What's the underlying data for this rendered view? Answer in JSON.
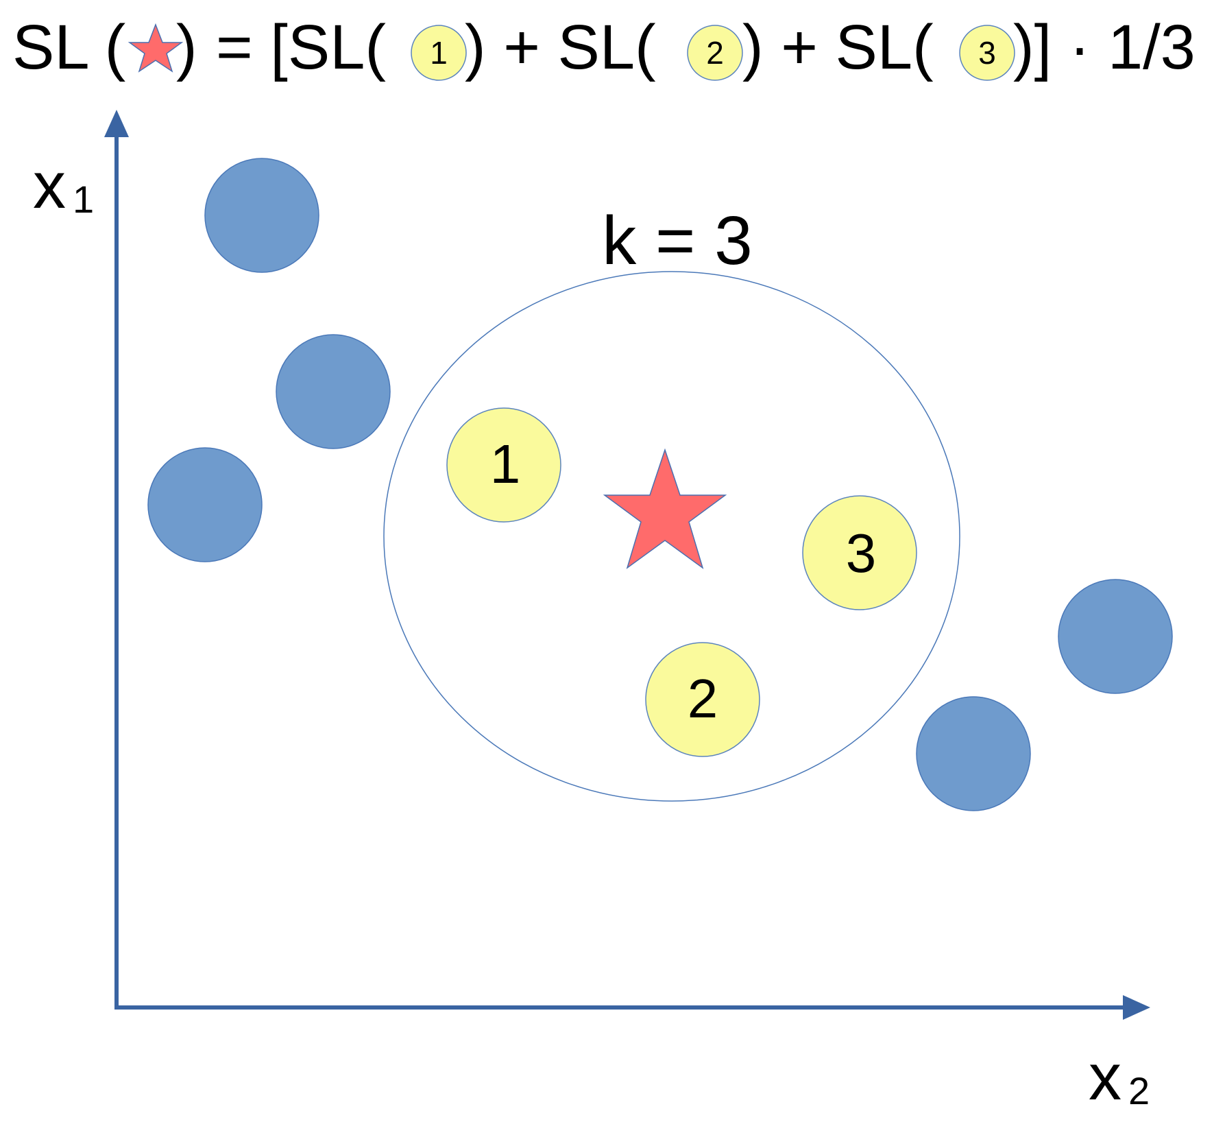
{
  "formula": {
    "lhs_label": "SL (",
    "lhs_close": ")",
    "equals": "= [SL(",
    "term1_label": "1",
    "plus1": ") + SL(",
    "term2_label": "2",
    "plus2": ") + SL(",
    "term3_label": "3",
    "tail": ")] · 1/3"
  },
  "axes": {
    "y_label_main": "x",
    "y_label_sub": "1",
    "x_label_main": "x",
    "x_label_sub": "2"
  },
  "neighborhood": {
    "label": "k = 3"
  },
  "neighbors": [
    {
      "label": "1"
    },
    {
      "label": "2"
    },
    {
      "label": "3"
    }
  ],
  "colors": {
    "axis": "#3a64a2",
    "blue_point_fill": "#6f9bcd",
    "blue_point_stroke": "#4a78b8",
    "neighbor_fill": "#fafa9c",
    "neighbor_stroke": "#5b84bd",
    "star_fill": "#ff6b6b",
    "star_stroke": "#4a6fb0",
    "ellipse_stroke": "#4a78b8",
    "text": "#000000"
  },
  "icons": {
    "query_point": "star-icon",
    "other_points": "circle-icon"
  }
}
